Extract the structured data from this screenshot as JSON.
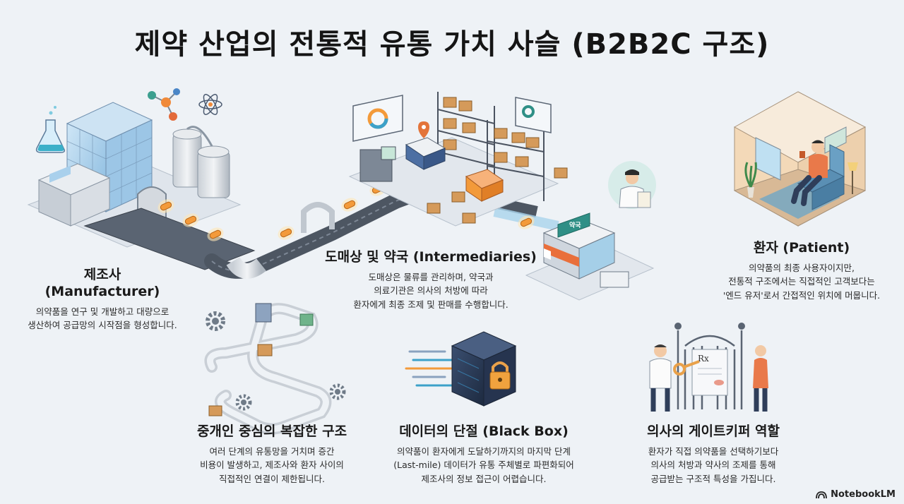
{
  "title": "제약 산업의 전통적 유통 가치 사슬 (B2B2C 구조)",
  "manufacturer": {
    "heading": "제조사\n(Manufacturer)",
    "desc": "의약품을 연구 및 개발하고 대량으로\n생산하여 공급망의 시작점을 형성합니다."
  },
  "intermediaries": {
    "heading": "도매상 및 약국 (Intermediaries)",
    "desc": "도매상은 물류를 관리하며, 약국과\n의료기관은 의사의 처방에 따라\n환자에게 최종 조제 및 판매를 수행합니다."
  },
  "patient": {
    "heading": "환자 (Patient)",
    "desc": "의약품의 최종 사용자이지만,\n전통적 구조에서는 직접적인 고객보다는\n'엔드 유저'로서 간접적인 위치에 머뭅니다."
  },
  "complex": {
    "heading": "중개인 중심의 복잡한 구조",
    "desc": "여러 단계의 유통망을 거치며 증간\n비용이 발생하고, 제조사와 환자 사이의\n직접적인 연결이 제한됩니다."
  },
  "blackbox": {
    "heading": "데이터의 단절 (Black Box)",
    "desc": "의약품이 환자에게 도달하기까지의 마지막 단계\n(Last-mile) 데이터가 유통 주체별로 파편화되어\n제조사의 정보 접근이 어렵습니다."
  },
  "gatekeeper": {
    "heading": "의사의 게이트키퍼 역할",
    "desc": "환자가 직접 의약품을 선택하기보다\n의사의 처방과 약사의 조제를 통해\n공급받는 구조적 특성을 가집니다."
  },
  "brand": "NotebookLM",
  "pharmacy_sign": "약국",
  "prescription_mark": "Rx",
  "colors": {
    "background": "#eef2f6",
    "pill_orange": "#f39a3a",
    "glass_blue": "#8ec3e6",
    "teal": "#2f8f86",
    "navy": "#24324a"
  }
}
